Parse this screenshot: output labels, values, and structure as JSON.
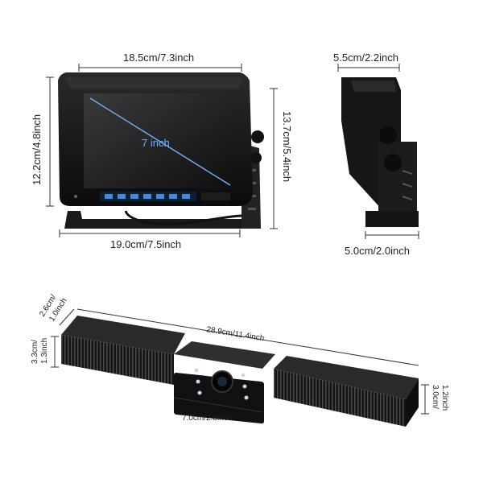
{
  "monitor": {
    "diagonal_label": "7 inch",
    "width_top": "18.5cm/7.3inch",
    "width_bottom": "19.0cm/7.5inch",
    "height_left": "12.2cm/4.8inch",
    "height_right": "13.7cm/5.4inch"
  },
  "side_view": {
    "depth_top": "5.5cm/2.2inch",
    "depth_bottom": "5.0cm/2.0inch"
  },
  "camera_bar": {
    "length": "28.9cm/11.4inch",
    "depth_line1": "2.6cm/",
    "depth_line2": "1.0inch",
    "left_height_line1": "3.3cm/",
    "left_height_line2": "1.3inch",
    "right_height_line1": "3.0cm/",
    "right_height_line2": "1.2inch",
    "center_width": "7.0cm/2.8inch"
  }
}
